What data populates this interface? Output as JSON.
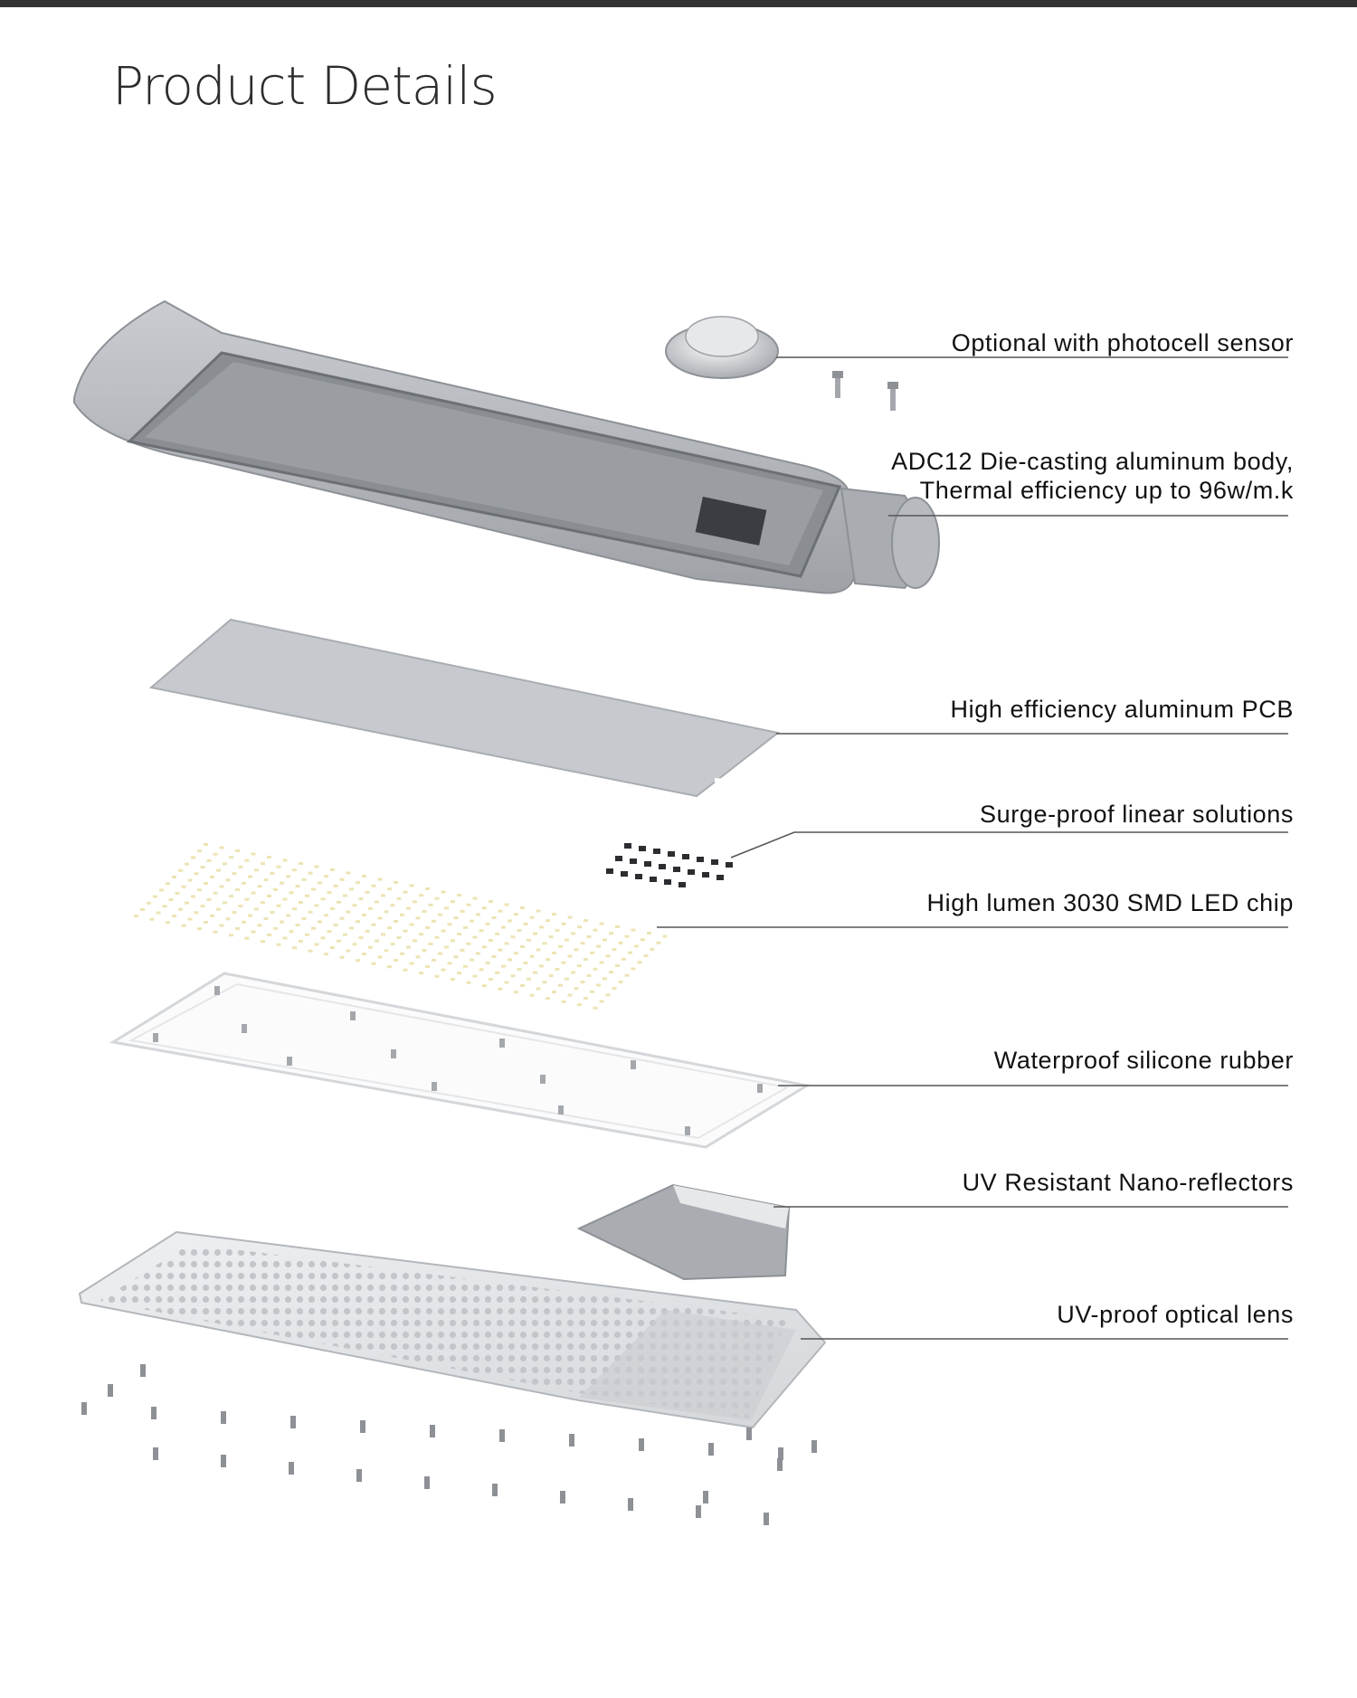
{
  "page": {
    "title": "Product Details"
  },
  "callouts": [
    {
      "lines": [
        "Optional with photocell sensor"
      ]
    },
    {
      "lines": [
        "ADC12 Die-casting aluminum body,",
        "Thermal efficiency up to 96w/m.k"
      ]
    },
    {
      "lines": [
        "High efficiency aluminum PCB"
      ]
    },
    {
      "lines": [
        "Surge-proof linear solutions"
      ]
    },
    {
      "lines": [
        "High lumen 3030 SMD LED chip"
      ]
    },
    {
      "lines": [
        "Waterproof silicone rubber"
      ]
    },
    {
      "lines": [
        "UV Resistant Nano-reflectors"
      ]
    },
    {
      "lines": [
        "UV-proof optical lens"
      ]
    }
  ],
  "colors": {
    "bar": "#333333",
    "body": "#aeb2b7",
    "panel": "#8d9196",
    "pcb": "#c6c9cd",
    "led": "#ece4b4",
    "line": "#555555"
  }
}
